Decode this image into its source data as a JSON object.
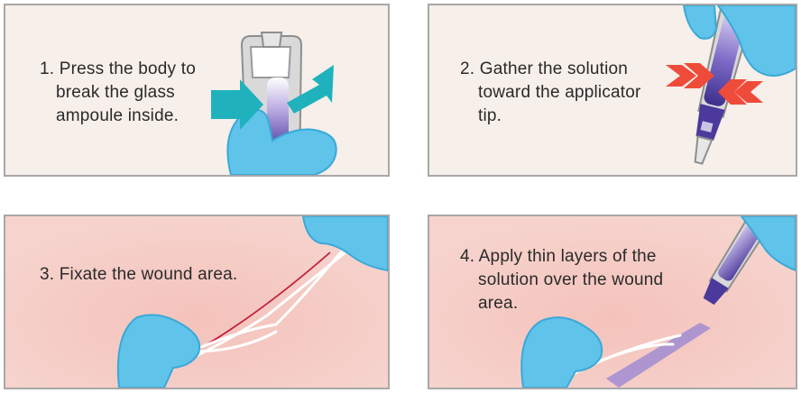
{
  "colors": {
    "panel_bg_plain": "#f6efea",
    "panel_bg_skin": "#f6d3cd",
    "panel_border": "#a8a8a8",
    "glove": "#5fc3ea",
    "glove_dark": "#3aa9d8",
    "arrow_teal": "#1fb2bd",
    "arrow_red": "#ef4b3a",
    "solution_purple": "#4b3a9c",
    "text": "#2a2a2a"
  },
  "steps": [
    {
      "lines": [
        "1. Press the body to",
        "break the glass",
        "ampoule inside."
      ]
    },
    {
      "lines": [
        "2. Gather the solution",
        "toward the applicator",
        "tip."
      ]
    },
    {
      "lines": [
        "3. Fixate the wound area."
      ]
    },
    {
      "lines": [
        "4. Apply thin layers of the",
        "solution over the wound",
        "area."
      ]
    }
  ]
}
